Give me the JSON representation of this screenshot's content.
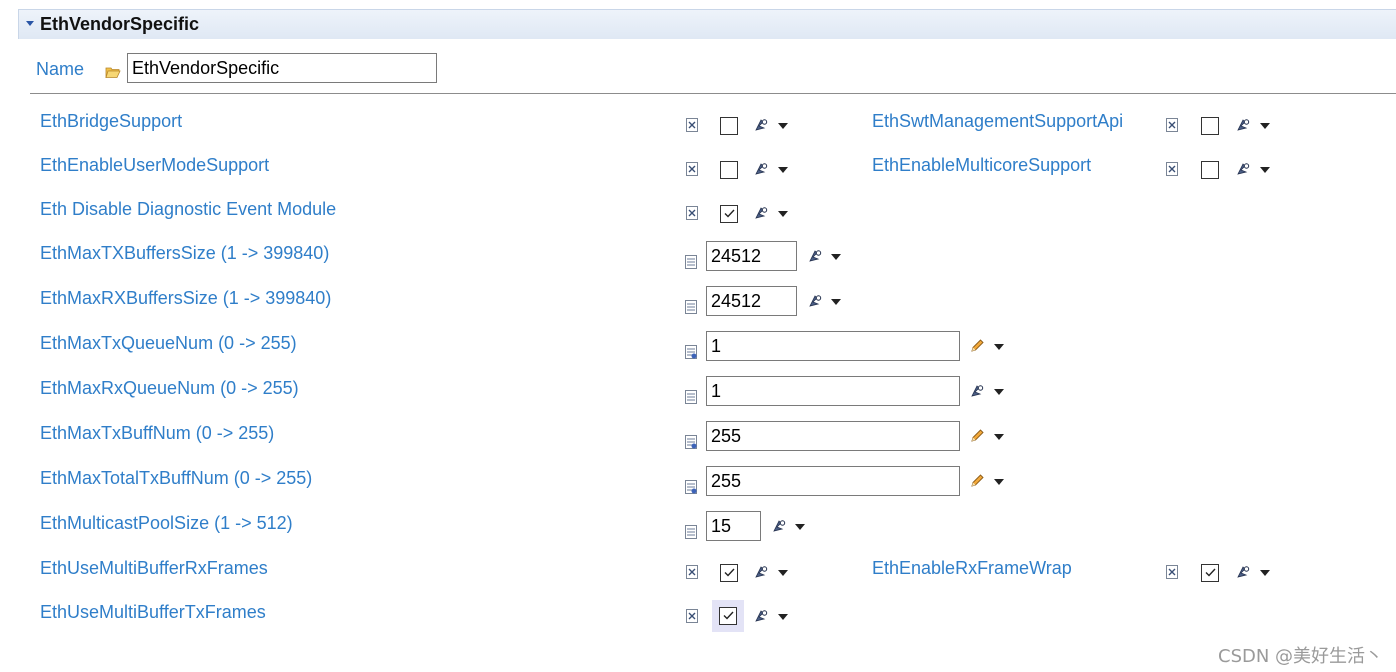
{
  "section": {
    "title": "EthVendorSpecific",
    "collapse_icon": "chevron-down-icon"
  },
  "name_field": {
    "label": "Name",
    "value": "EthVendorSpecific",
    "icon": "folder-open-icon"
  },
  "params": {
    "eth_bridge_support": {
      "label": "EthBridgeSupport",
      "checked": false
    },
    "eth_swt_management_support_api": {
      "label": "EthSwtManagementSupportApi",
      "checked": false
    },
    "eth_enable_user_mode_support": {
      "label": "EthEnableUserModeSupport",
      "checked": false
    },
    "eth_enable_multicore_support": {
      "label": "EthEnableMulticoreSupport",
      "checked": false
    },
    "eth_disable_diagnostic_event_module": {
      "label": "Eth Disable Diagnostic Event Module",
      "checked": true
    },
    "eth_max_tx_buffers_size": {
      "label": "EthMaxTXBuffersSize (1 -> 399840)",
      "value": "24512"
    },
    "eth_max_rx_buffers_size": {
      "label": "EthMaxRXBuffersSize (1 -> 399840)",
      "value": "24512"
    },
    "eth_max_tx_queue_num": {
      "label": "EthMaxTxQueueNum (0 -> 255)",
      "value": "1"
    },
    "eth_max_rx_queue_num": {
      "label": "EthMaxRxQueueNum (0 -> 255)",
      "value": "1"
    },
    "eth_max_tx_buff_num": {
      "label": "EthMaxTxBuffNum (0 -> 255)",
      "value": "255"
    },
    "eth_max_total_tx_buff_num": {
      "label": "EthMaxTotalTxBuffNum (0 -> 255)",
      "value": "255"
    },
    "eth_multicast_pool_size": {
      "label": "EthMulticastPoolSize (1 -> 512)",
      "value": "15"
    },
    "eth_use_multi_buffer_rx_frames": {
      "label": "EthUseMultiBufferRxFrames",
      "checked": true
    },
    "eth_enable_rx_frame_wrap": {
      "label": "EthEnableRxFrameWrap",
      "checked": true
    },
    "eth_use_multi_buffer_tx_frames": {
      "label": "EthUseMultiBufferTxFrames",
      "checked": true
    }
  },
  "icons": {
    "boolean_param": "boolean-param-icon",
    "integer_param": "integer-param-icon",
    "derived_value": "calculated-value-icon",
    "user_value": "user-defined-pencil-icon",
    "dropdown": "dropdown-arrow-icon"
  },
  "colors": {
    "label": "#2f7ec9",
    "header_bg": "#dfe8f4",
    "focus": "#e3e3f6"
  },
  "watermark": "CSDN @美好生活丶"
}
